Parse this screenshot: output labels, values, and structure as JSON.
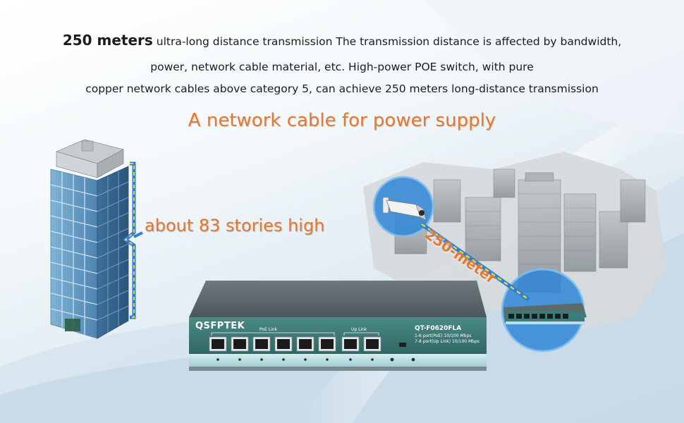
{
  "description": {
    "line1_lead": "250 meters",
    "line1_rest": " ultra-long distance transmission The transmission distance is affected by bandwidth,",
    "line2": "power, network cable material, etc. High-power POE switch,  with pure",
    "line3": "copper network cables above category 5,  can achieve 250 meters long-distance transmission"
  },
  "headline": "A network cable for power supply",
  "building_label": "about 83 stories high",
  "distance_label": "250-meter",
  "switch": {
    "brand": "QSFPTEK",
    "model": "QT-F0620FLA",
    "group_poe": "PoE Link",
    "group_uplink": "Up Link",
    "spec1": "1-6 port(PoE) 10/100 Mbps",
    "spec2": "7-8 port(Up Link) 10/100 Mbps",
    "port_count": 8
  },
  "colors": {
    "accent_orange": "#e5782f",
    "cable_blue": "#2b7fd6",
    "cable_yellow": "#e8d23a",
    "panel_teal": "#3b7d7a"
  }
}
